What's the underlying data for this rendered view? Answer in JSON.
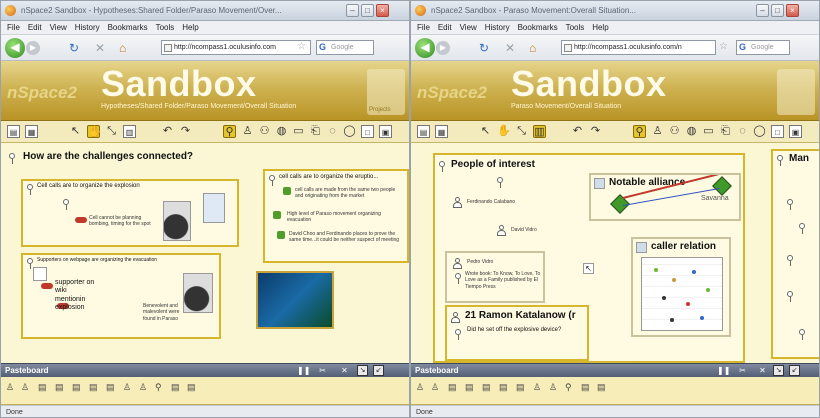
{
  "left": {
    "window_title": "nSpace2 Sandbox - Hypotheses:Shared Folder/Paraso Movement/Over...",
    "menu": [
      "File",
      "Edit",
      "View",
      "History",
      "Bookmarks",
      "Tools",
      "Help"
    ],
    "url": "http://ncompass1.oculusinfo.com",
    "search_placeholder": "Google",
    "logo": "nSpace2",
    "banner_title": "Sandbox",
    "banner_path": "Hypotheses/Shared Folder/Paraso Movement/Overall Situation",
    "banner_project_label": "Projects",
    "main_title": "How are the challenges connected?",
    "panel1_title": "Cell calls are to organize the explosion",
    "panel1_note": "Cell cannot be planning bombing, timing for the spot",
    "panel2_title": "cell calls are to organize the eruptio...",
    "panel2_items": [
      "cell calls are made from the same two people and originating from the market",
      "High level of Paraso movement organizing evacuation",
      "David Choo and Ferdinando places to prove the same time...it could be neither suspect of meeting"
    ],
    "panel3_title": "Supporters on webpage are organizing the evacuation",
    "panel3_items": [
      "supporter on wiki mentionin explosion",
      "Benevolent and malevolent were found in Paraso"
    ],
    "pasteboard": "Pasteboard",
    "status": "Done"
  },
  "right": {
    "window_title": "nSpace2 Sandbox - Paraso Movement:Overall Situation...",
    "menu": [
      "File",
      "Edit",
      "View",
      "History",
      "Bookmarks",
      "Tools",
      "Help"
    ],
    "url": "http://ncompass1.oculusinfo.com/n",
    "search_placeholder": "Google",
    "logo": "nSpace2",
    "banner_title": "Sandbox",
    "banner_path": "Paraso Movement/Overall Situation",
    "people_title": "People of interest",
    "people": [
      "Ferdinando Calabano",
      "David Vidro",
      "Pedro Vidro"
    ],
    "pedro_note": "Wrote book: To Know, To Love, To Love as a Family published by El Tiempo Press",
    "alliance_title": "Notable alliance",
    "alliance_label": "Savanna",
    "caller_title": "caller relation",
    "ramon_title": "21 Ramon Katalanow (r",
    "ramon_question": "Did he set off the explosive device?",
    "right_edge_title": "Man",
    "pasteboard": "Pasteboard",
    "status": "Done"
  }
}
